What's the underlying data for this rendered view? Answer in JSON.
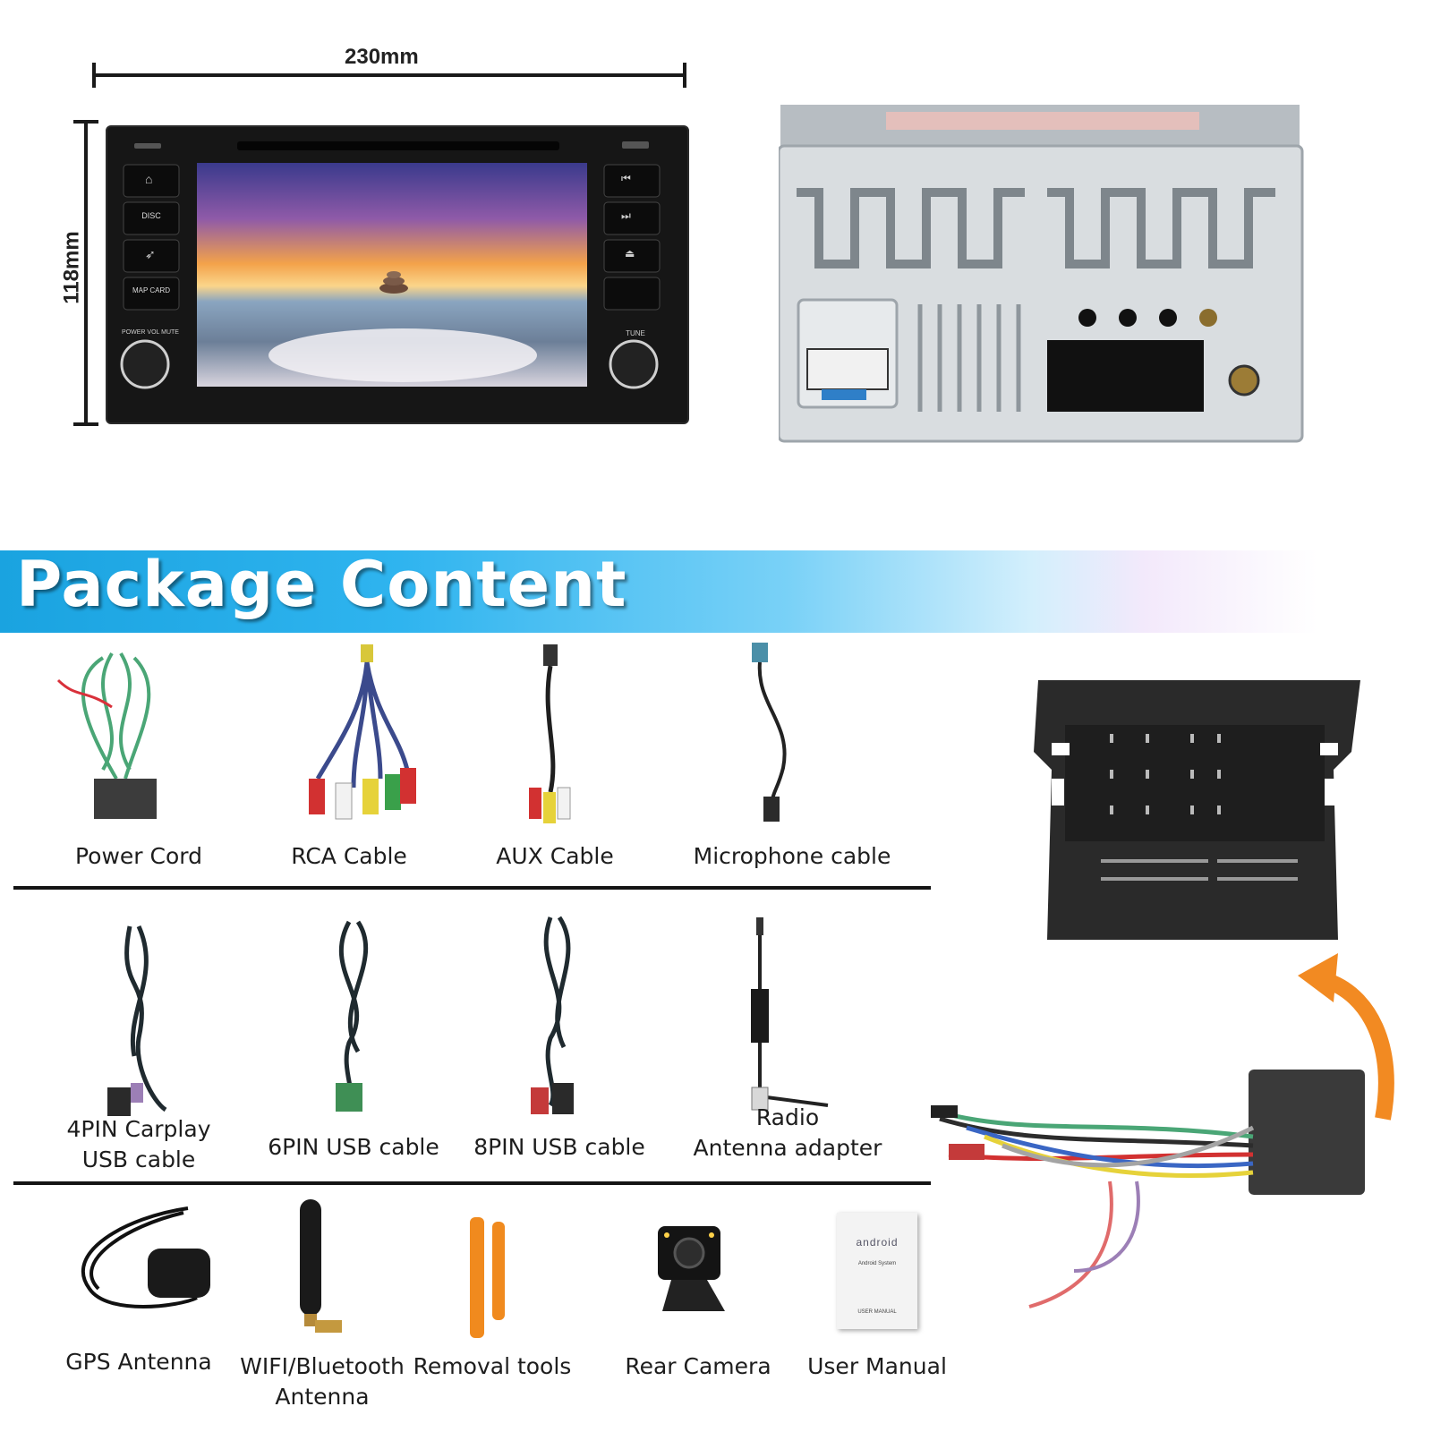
{
  "dimensions": {
    "width_label": "230mm",
    "height_label": "118mm"
  },
  "unit_front": {
    "buttons_left": [
      "DISC",
      "MAP CARD"
    ],
    "knob_left_label": "POWER VOL MUTE",
    "knob_right_label": "TUNE"
  },
  "banner": {
    "title": "Package Content"
  },
  "items_row1": [
    {
      "label": "Power Cord"
    },
    {
      "label": "RCA Cable"
    },
    {
      "label": "AUX Cable"
    },
    {
      "label": "Microphone cable"
    }
  ],
  "items_row2": [
    {
      "label": "4PIN Carplay\nUSB cable"
    },
    {
      "label": "6PIN USB cable"
    },
    {
      "label": "8PIN USB cable"
    },
    {
      "label": "Radio\nAntenna adapter"
    }
  ],
  "items_row3": [
    {
      "label": "GPS Antenna"
    },
    {
      "label": "WIFI/Bluetooth\nAntenna"
    },
    {
      "label": "Removal tools"
    },
    {
      "label": "Rear Camera"
    },
    {
      "label": "User Manual"
    }
  ],
  "manual_cover": {
    "brand": "android",
    "subtitle": "Android System",
    "footer": "USER MANUAL"
  },
  "colors": {
    "banner_start": "#1aa3e0",
    "arrow": "#f28a22",
    "unit_body": "#161616",
    "chassis": "#d9dde0"
  }
}
